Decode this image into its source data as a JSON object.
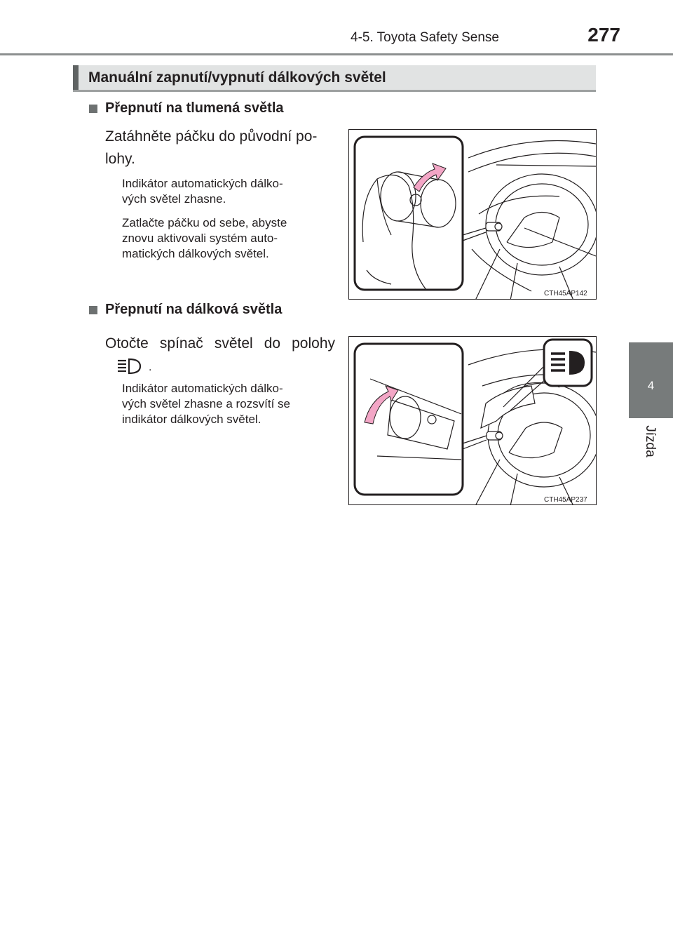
{
  "header": {
    "section": "4-5. Toyota Safety Sense",
    "page_number": "277"
  },
  "side_tab": {
    "chapter_number": "4",
    "chapter_label": "Jízda"
  },
  "section": {
    "heading": "Manuální zapnutí/vypnutí dálkových světel"
  },
  "blocks": [
    {
      "title": "Přepnutí na tlumená světla",
      "instruction_lines": [
        "Zatáhněte páčku do původní po-",
        "lohy."
      ],
      "notes": [
        [
          "Indikátor automatických dálko-",
          "vých světel zhasne."
        ],
        [
          "Zatlačte páčku od sebe, abyste",
          "znovu aktivovali systém auto-",
          "matických dálkových světel."
        ]
      ],
      "figure_code": "CTH45AP142"
    },
    {
      "title": "Přepnutí na dálková světla",
      "instruction_line": "Otočte spínač světel do polohy",
      "instruction_tail": ".",
      "icon": "high-beam-icon",
      "notes": [
        [
          "Indikátor automatických dálko-",
          "vých světel zhasne a rozsvítí se",
          "indikátor dálkových světel."
        ]
      ],
      "figure_code": "CTH45AP237"
    }
  ],
  "colors": {
    "arrow": "#f3a6c6",
    "tab": "#777b7b",
    "heading_bg": "#e1e3e3"
  }
}
